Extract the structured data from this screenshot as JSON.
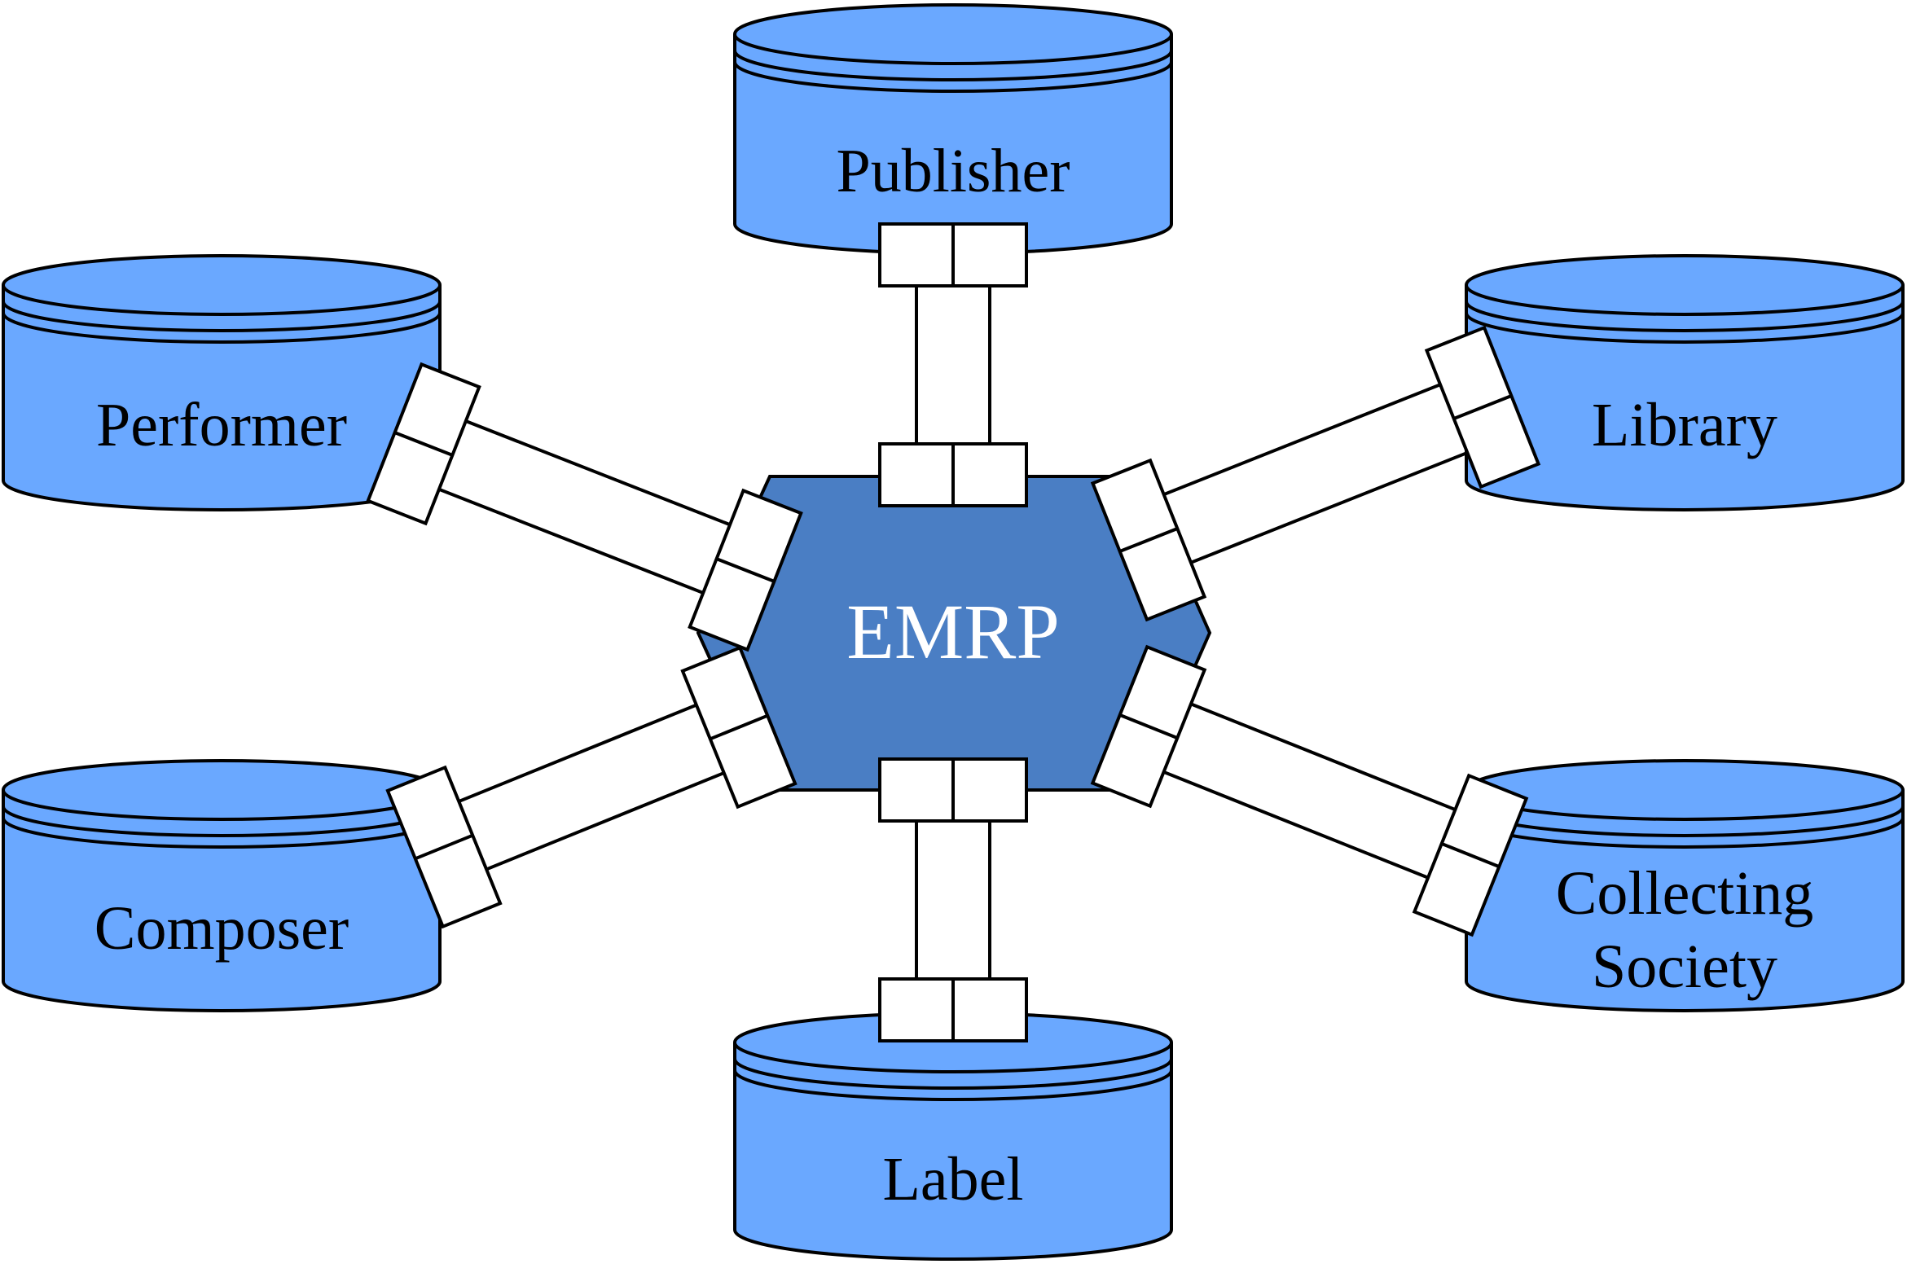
{
  "hub": {
    "label": "EMRP",
    "fill": "#4a7ec4"
  },
  "databases": {
    "publisher": {
      "label": "Publisher"
    },
    "performer": {
      "label": "Performer"
    },
    "library": {
      "label": "Library"
    },
    "composer": {
      "label": "Composer"
    },
    "collecting_society": {
      "line1": "Collecting",
      "line2": "Society"
    },
    "label": {
      "label": "Label"
    }
  },
  "colors": {
    "database_fill": "#6aa8ff",
    "stroke": "#000000",
    "connector_fill": "#ffffff"
  }
}
